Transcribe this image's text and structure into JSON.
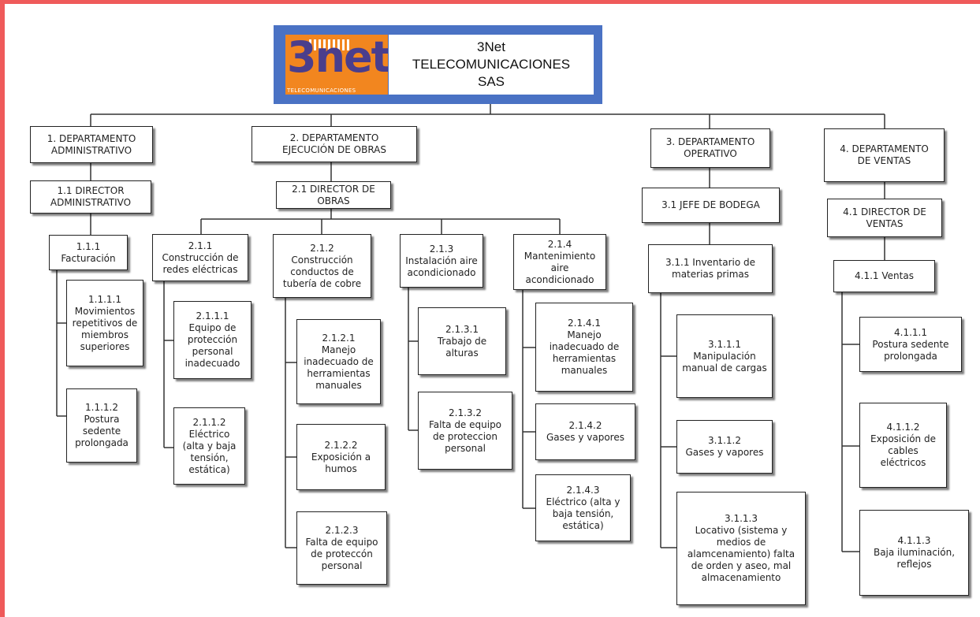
{
  "header": {
    "logo_text": "3net",
    "logo_subtext": "TELECOMUNICACIONES",
    "company_line1": "3Net",
    "company_line2": "TELECOMUNICACIONES",
    "company_line3": "SAS"
  },
  "departments": {
    "d1": {
      "label1": "1. DEPARTAMENTO",
      "label2": "ADMINISTRATIVO",
      "director1": "1.1 DIRECTOR",
      "director2": "ADMINISTRATIVO",
      "sub": {
        "num": "1.1.1",
        "label": "Facturación",
        "risks": [
          {
            "num": "1.1.1.1",
            "l1": "Movimientos",
            "l2": "repetitivos de",
            "l3": "miembros",
            "l4": "superiores"
          },
          {
            "num": "1.1.1.2",
            "l1": "Postura",
            "l2": "sedente",
            "l3": "prolongada"
          }
        ]
      }
    },
    "d2": {
      "label1": "2. DEPARTAMENTO",
      "label2": "EJECUCIÓN DE OBRAS",
      "director1": "2.1 DIRECTOR DE",
      "director2": "OBRAS",
      "subs": [
        {
          "num": "2.1.1",
          "l1": "Construcción de",
          "l2": "redes eléctricas",
          "risks": [
            {
              "num": "2.1.1.1",
              "l1": "Equipo de",
              "l2": "protección",
              "l3": "personal",
              "l4": "inadecuado"
            },
            {
              "num": "2.1.1.2",
              "l1": "Eléctrico",
              "l2": "(alta y baja",
              "l3": "tensión,",
              "l4": "estática)"
            }
          ]
        },
        {
          "num": "2.1.2",
          "l1": "Construcción",
          "l2": "conductos de",
          "l3": "tubería de cobre",
          "risks": [
            {
              "num": "2.1.2.1",
              "l1": "Manejo",
              "l2": "inadecuado de",
              "l3": "herramientas",
              "l4": "manuales"
            },
            {
              "num": "2.1.2.2",
              "l1": "Exposición a",
              "l2": "humos"
            },
            {
              "num": "2.1.2.3",
              "l1": "Falta de equipo",
              "l2": "de proteccón",
              "l3": "personal"
            }
          ]
        },
        {
          "num": "2.1.3",
          "l1": "Instalación aire",
          "l2": "acondicionado",
          "risks": [
            {
              "num": "2.1.3.1",
              "l1": "Trabajo de",
              "l2": "alturas"
            },
            {
              "num": "2.1.3.2",
              "l1": "Falta de equipo",
              "l2": "de proteccion",
              "l3": "personal"
            }
          ]
        },
        {
          "num": "2.1.4",
          "l1": "Mantenimiento",
          "l2": "aire",
          "l3": "acondicionado",
          "risks": [
            {
              "num": "2.1.4.1",
              "l1": "Manejo",
              "l2": "inadecuado de",
              "l3": "herramientas",
              "l4": "manuales"
            },
            {
              "num": "2.1.4.2",
              "l1": "Gases y vapores"
            },
            {
              "num": "2.1.4.3",
              "l1": "Eléctrico (alta y",
              "l2": "baja tensión,",
              "l3": "estática)"
            }
          ]
        }
      ]
    },
    "d3": {
      "label1": "3. DEPARTAMENTO",
      "label2": "OPERATIVO",
      "director1": "3.1 JEFE DE BODEGA",
      "sub": {
        "l1": "3.1.1 Inventario de",
        "l2": "materias primas",
        "risks": [
          {
            "num": "3.1.1.1",
            "l1": "Manipulación",
            "l2": "manual de cargas"
          },
          {
            "num": "3.1.1.2",
            "l1": "Gases y vapores"
          },
          {
            "num": "3.1.1.3",
            "l1": "Locativo (sistema y",
            "l2": "medios de",
            "l3": "alamcenamiento) falta",
            "l4": "de orden y aseo, mal",
            "l5": "almacenamiento"
          }
        ]
      }
    },
    "d4": {
      "label1": "4. DEPARTAMENTO",
      "label2": "DE VENTAS",
      "director1": "4.1 DIRECTOR DE",
      "director2": "VENTAS",
      "sub": {
        "l1": "4.1.1 Ventas",
        "risks": [
          {
            "num": "4.1.1.1",
            "l1": "Postura sedente",
            "l2": "prolongada"
          },
          {
            "num": "4.1.1.2",
            "l1": "Exposición de",
            "l2": "cables",
            "l3": "eléctricos"
          },
          {
            "num": "4.1.1.3",
            "l1": "Baja iluminación,",
            "l2": "reflejos"
          }
        ]
      }
    }
  }
}
